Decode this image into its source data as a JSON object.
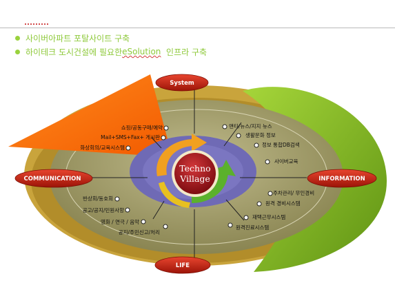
{
  "bullets": [
    {
      "prefix": "사이버아파트 포탈사이트 구축",
      "spelled": "",
      "suffix": ""
    },
    {
      "prefix": "하이테크 도시건설에 필요한 ",
      "spelled": "eSolution",
      "suffix": "  인프라 구축"
    }
  ],
  "center": {
    "line1": "Techno",
    "line2": "Village"
  },
  "pills": {
    "system": "System",
    "communication": "COMMUNICATION",
    "information": "INFORMATION",
    "life": "LIFE"
  },
  "items": {
    "shopping": "쇼핑/공동구매/예약",
    "mail": "Mail+SMS+Fax+ 게시판",
    "conference": "화상회의/교육시스템",
    "news": "맨티/뉴스/지지 뉴스",
    "life_info": "생활문화 정보",
    "db": "정보 통합DB검색",
    "cyber": "사이버교육",
    "community": "반상회/동호회",
    "notice": "공고/공지/민원사항",
    "video": "영화 / 연극 / 음악",
    "report": "공지/주민신고/처리",
    "parking": "주차관리/ 무인경비",
    "security": "원격 경비시스템",
    "home": "재택근무시스템",
    "medical": "원격진료시스템"
  },
  "colors": {
    "orange": "#ff6a00",
    "green": "#7eb51f",
    "olive": "#9a9460",
    "purple": "#6f6ab5",
    "pill_red": "#c22214",
    "center_red": "#a11a1e"
  }
}
